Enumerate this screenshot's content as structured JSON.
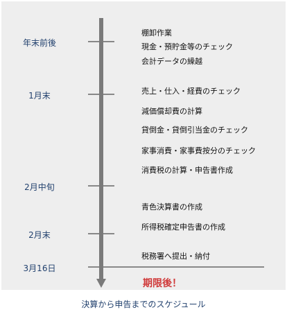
{
  "milestones": [
    {
      "label": "年末前後"
    },
    {
      "label": "1月末"
    },
    {
      "label": "2月中旬"
    },
    {
      "label": "2月末"
    },
    {
      "label": "3月16日"
    }
  ],
  "tasks": [
    "棚卸作業",
    "現金・預貯金等のチェック",
    "会計データの繰越",
    "売上・仕入・経費のチェック",
    "減価償却費の計算",
    "貸倒金・貸倒引当金のチェック",
    "家事消費・家事費按分のチェック",
    "消費税の計算・申告書作成",
    "青色決算書の作成",
    "所得税確定申告書の作成",
    "税務署へ提出・納付"
  ],
  "deadline": {
    "text": "期限後！",
    "color": "#d03a3a"
  },
  "caption": "決算から申告までのスケジュール",
  "colors": {
    "panel": "#eeeeee",
    "label_text": "#22416e",
    "timeline": "#7a7a7a",
    "tick": "#888888"
  }
}
